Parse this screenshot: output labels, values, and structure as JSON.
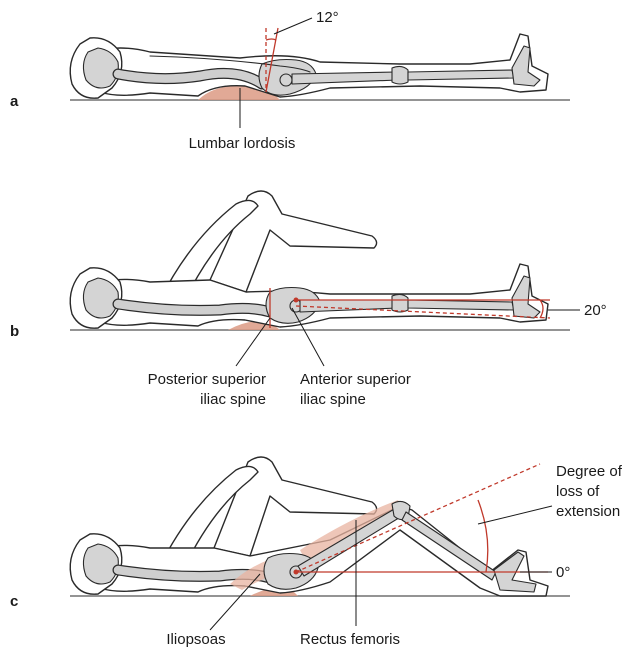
{
  "panels": {
    "a": {
      "letter": "a",
      "angle_label": "12°",
      "label": "Lumbar lordosis"
    },
    "b": {
      "letter": "b",
      "angle_label": "20°",
      "label_posterior_line1": "Posterior superior",
      "label_posterior_line2": "iliac spine",
      "label_anterior_line1": "Anterior superior",
      "label_anterior_line2": "iliac spine"
    },
    "c": {
      "letter": "c",
      "degree_line1": "Degree of",
      "degree_line2": "loss of",
      "degree_line3": "extension",
      "zero_label": "0°",
      "label_iliopsoas": "Iliopsoas",
      "label_rectus": "Rectus femoris"
    }
  },
  "colors": {
    "accent_red": "#c0392b",
    "shade_salmon": "#dc9a84",
    "bone_gray": "#d4d4d4",
    "outline": "#2a2a2a"
  }
}
